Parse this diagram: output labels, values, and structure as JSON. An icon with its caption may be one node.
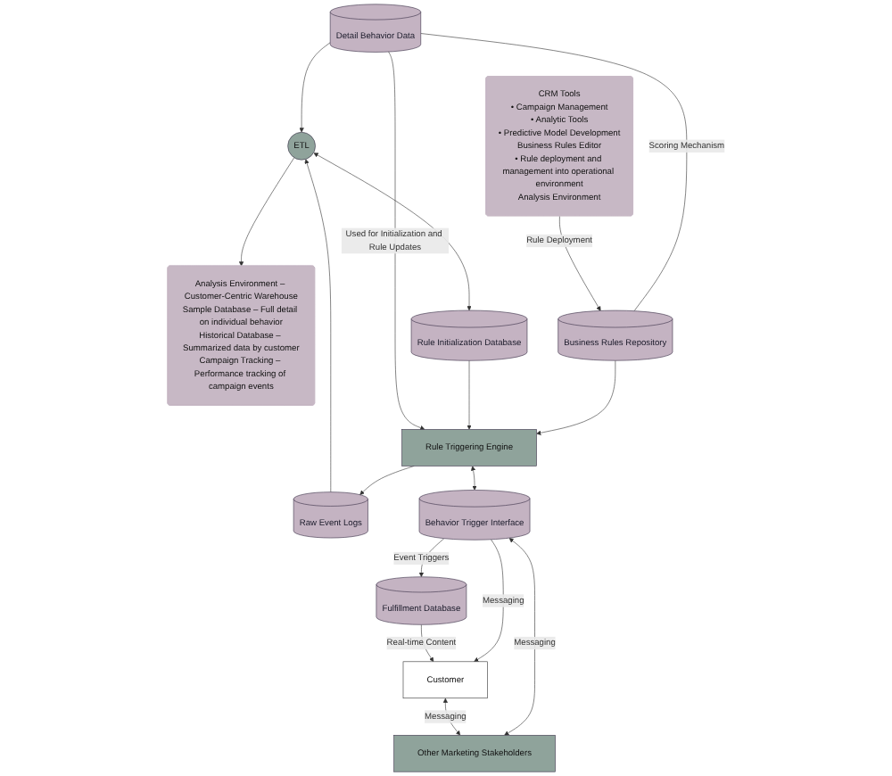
{
  "diagram": {
    "nodes": [
      {
        "text": [
          "Detail Behavior Data"
        ]
      },
      {
        "text": [
          "ETL"
        ]
      },
      {
        "text": [
          "Analysis Environment – Customer-Centric Warehouse",
          "Sample Database – Full detail on individual behavior",
          "Historical Database – Summarized data by customer",
          "Campaign Tracking – Performance tracking of campaign events"
        ]
      },
      {
        "text": [
          "CRM Tools",
          "• Campaign Management",
          "• Analytic Tools",
          "• Predictive Model Development",
          "Business Rules Editor",
          "• Rule deployment and management into operational environment",
          "Analysis Environment"
        ]
      },
      {
        "text": [
          "Business Rules Repository"
        ]
      },
      {
        "text": [
          "Rule Initialization Database"
        ]
      },
      {
        "text": [
          "Raw Event Logs"
        ]
      },
      {
        "text": [
          "Rule Triggering Engine"
        ]
      },
      {
        "text": [
          "Fulfillment Database"
        ]
      },
      {
        "text": [
          "Behavior Trigger Interface"
        ]
      },
      {
        "text": [
          "Other Marketing Stakeholders"
        ]
      },
      {
        "text": [
          "Customer"
        ]
      }
    ],
    "edges": [
      {
        "from": 0,
        "to": 1,
        "arrow": "to"
      },
      {
        "from": 1,
        "to": 2,
        "arrow": "to"
      },
      {
        "from": 0,
        "to": 4,
        "arrow": "none",
        "label": "Scoring Mechanism"
      },
      {
        "from": 1,
        "to": 5,
        "arrow": "both"
      },
      {
        "from": 6,
        "to": 1,
        "arrow": "to"
      },
      {
        "from": 3,
        "to": 4,
        "arrow": "to",
        "label": "Rule Deployment"
      },
      {
        "from": 4,
        "to": 7,
        "arrow": "to"
      },
      {
        "from": 5,
        "to": 7,
        "arrow": "to"
      },
      {
        "from": 7,
        "to": 6,
        "arrow": "to"
      },
      {
        "from": 0,
        "to": 7,
        "arrow": "to",
        "label": "Used for Initialization and Rule Updates"
      },
      {
        "from": 7,
        "to": 9,
        "arrow": "both"
      },
      {
        "from": 9,
        "to": 8,
        "arrow": "to",
        "label": "Event Triggers"
      },
      {
        "from": 9,
        "to": 10,
        "arrow": "both",
        "label": "Messaging"
      },
      {
        "from": 9,
        "to": 11,
        "arrow": "to",
        "label": "Messaging"
      },
      {
        "from": 8,
        "to": 11,
        "arrow": "to",
        "label": "Real-time Content"
      },
      {
        "from": 11,
        "to": 10,
        "arrow": "both",
        "label": "Messaging"
      }
    ]
  }
}
